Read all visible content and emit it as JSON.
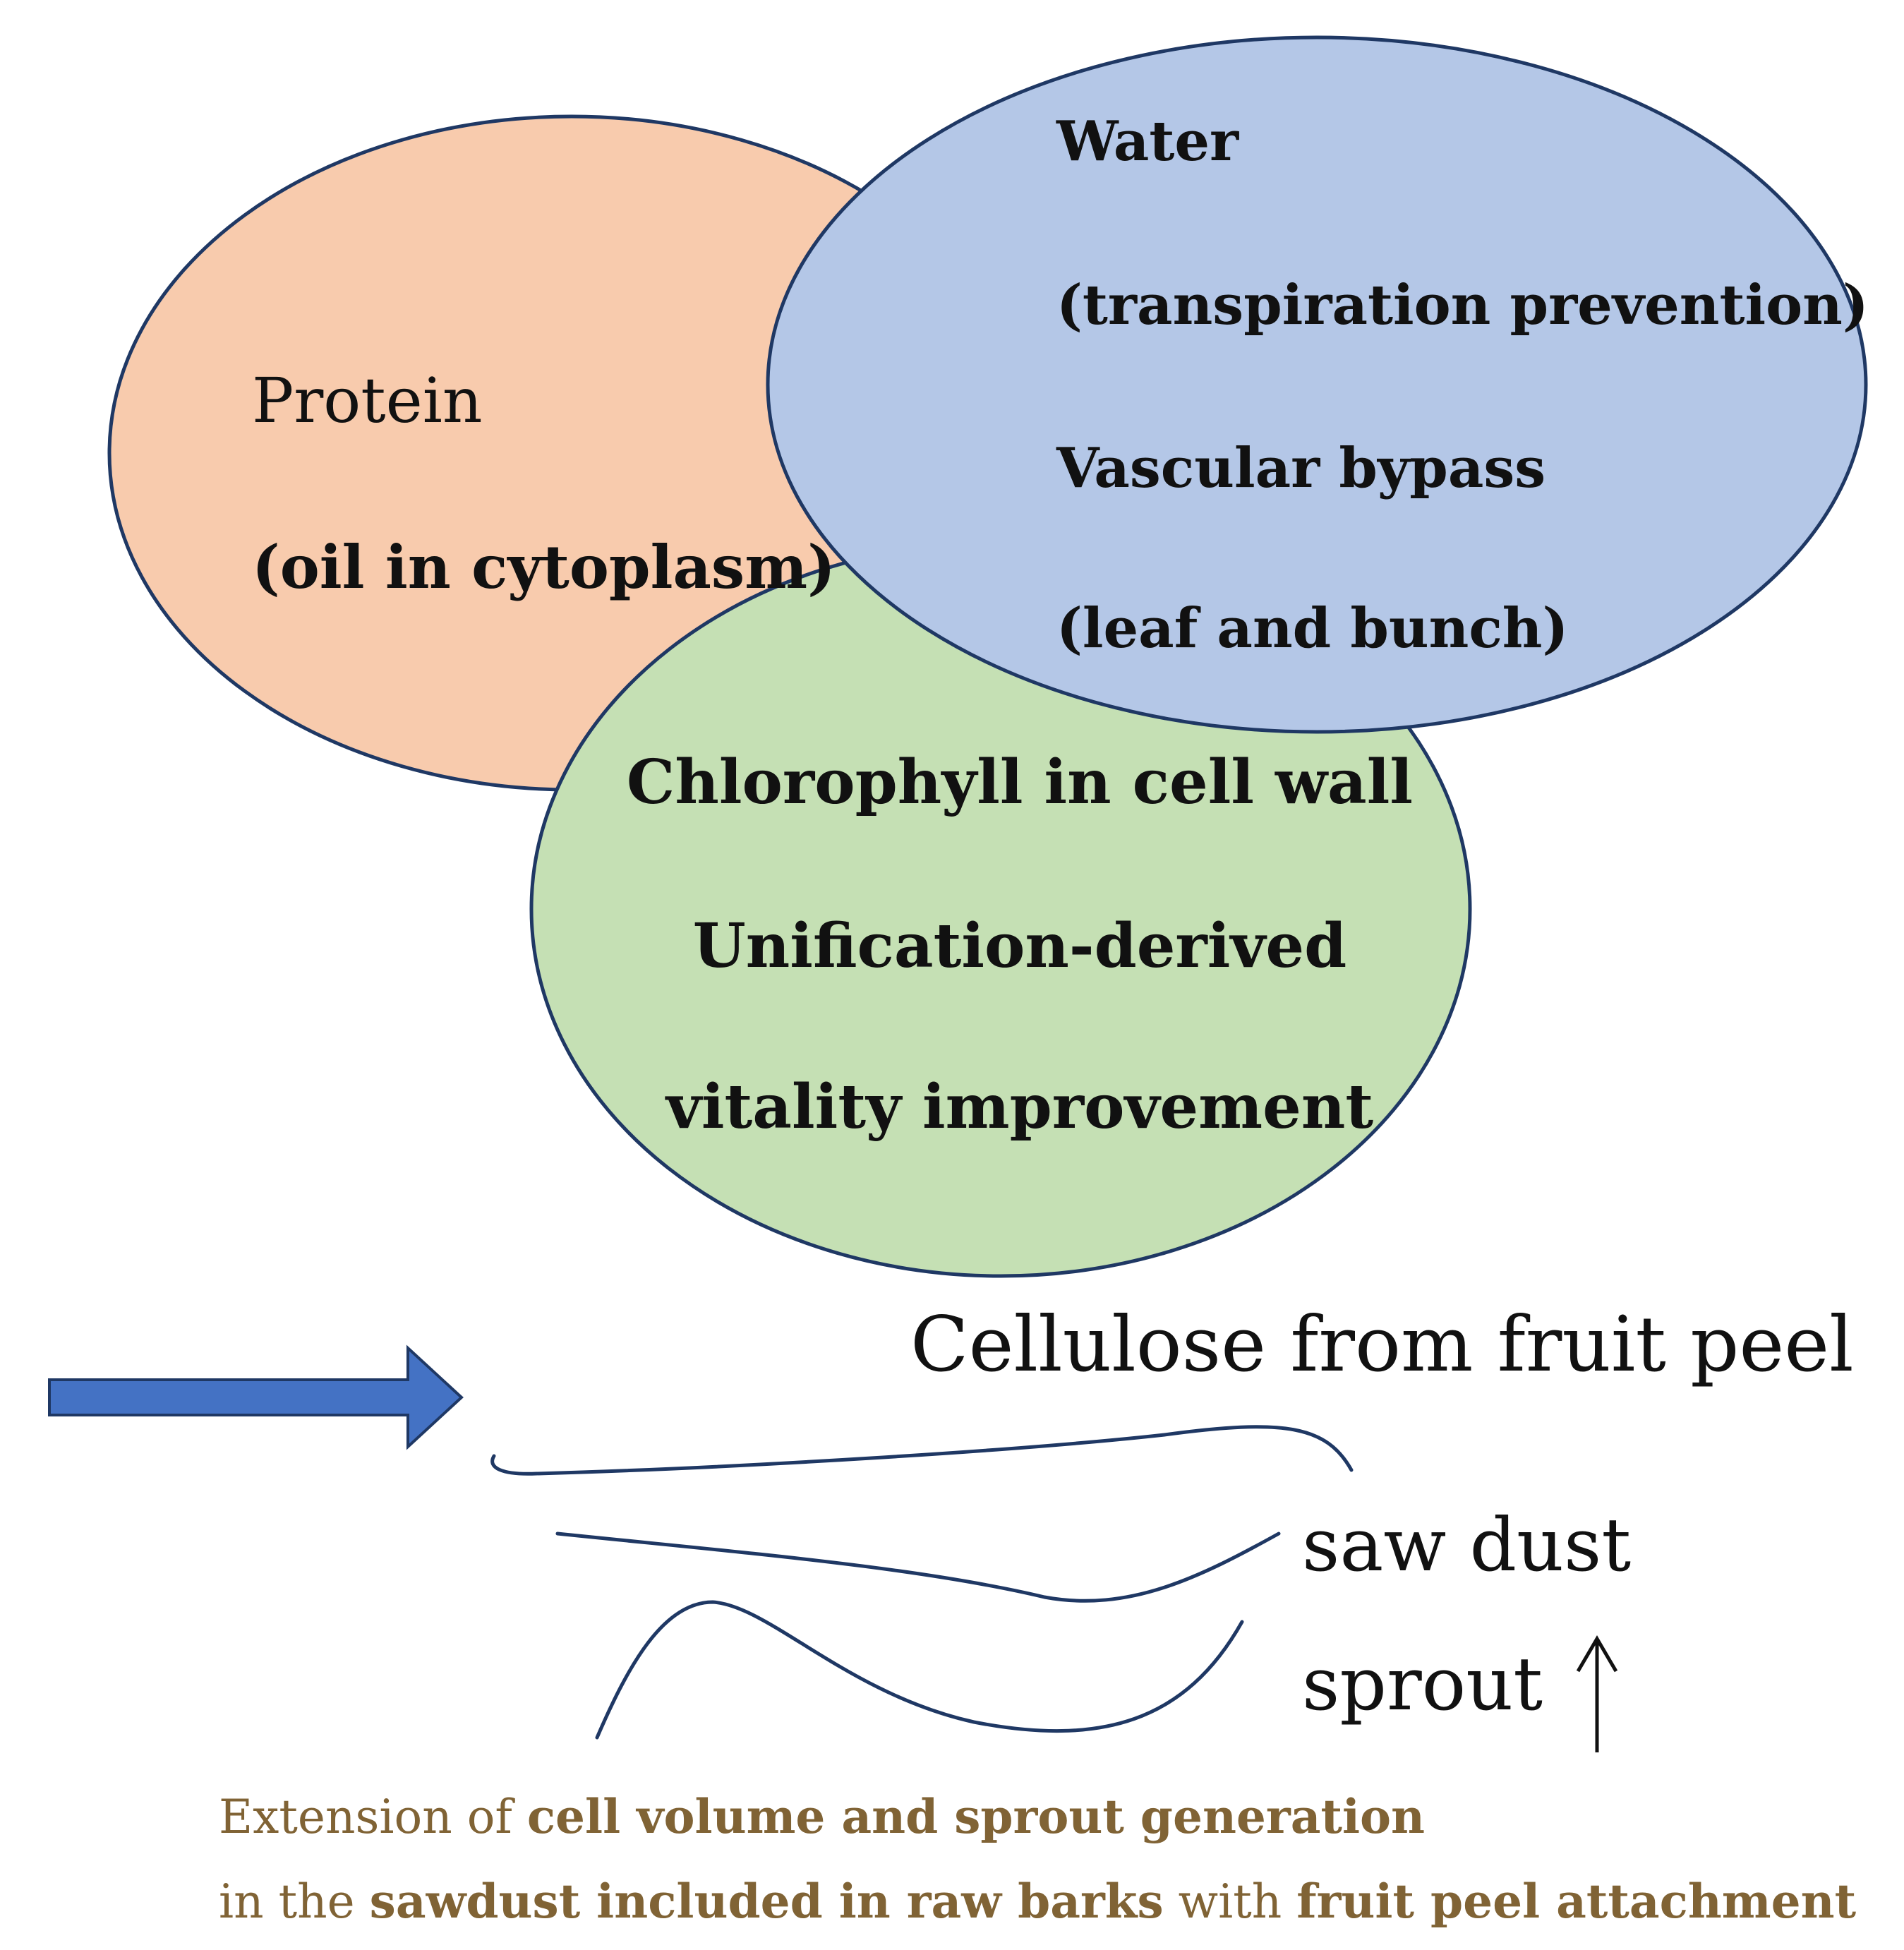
{
  "colors": {
    "outline": "#1f3864",
    "protein_fill": "#f8cbad",
    "water_fill": "#b4c7e7",
    "chlorophyll_fill": "#c5e0b4",
    "arrow_fill": "#4472c4",
    "caption": "#806335"
  },
  "ellipses": {
    "protein": {
      "line1": "Protein",
      "line2": "(oil in cytoplasm)"
    },
    "water": {
      "line1": "Water",
      "line2": "(transpiration prevention)",
      "line3": "Vascular bypass",
      "line4": "(leaf and bunch)"
    },
    "chlorophyll": {
      "line1": "Chlorophyll in cell wall",
      "line2": "Unification-derived",
      "line3": "vitality improvement"
    }
  },
  "icons": {
    "right_arrow": "block-arrow-right-icon",
    "up_arrow": "up-arrow-icon"
  },
  "fibers": {
    "cellulose": "Cellulose from fruit peel",
    "sawdust": "saw dust",
    "sprout": "sprout"
  },
  "caption": {
    "line1": {
      "part1": "Extension of ",
      "part2": "cell volume and sprout generation"
    },
    "line2": {
      "part1": "in the ",
      "part2": "sawdust included in raw barks",
      "part3": " with ",
      "part4": "fruit peel attachment"
    }
  }
}
